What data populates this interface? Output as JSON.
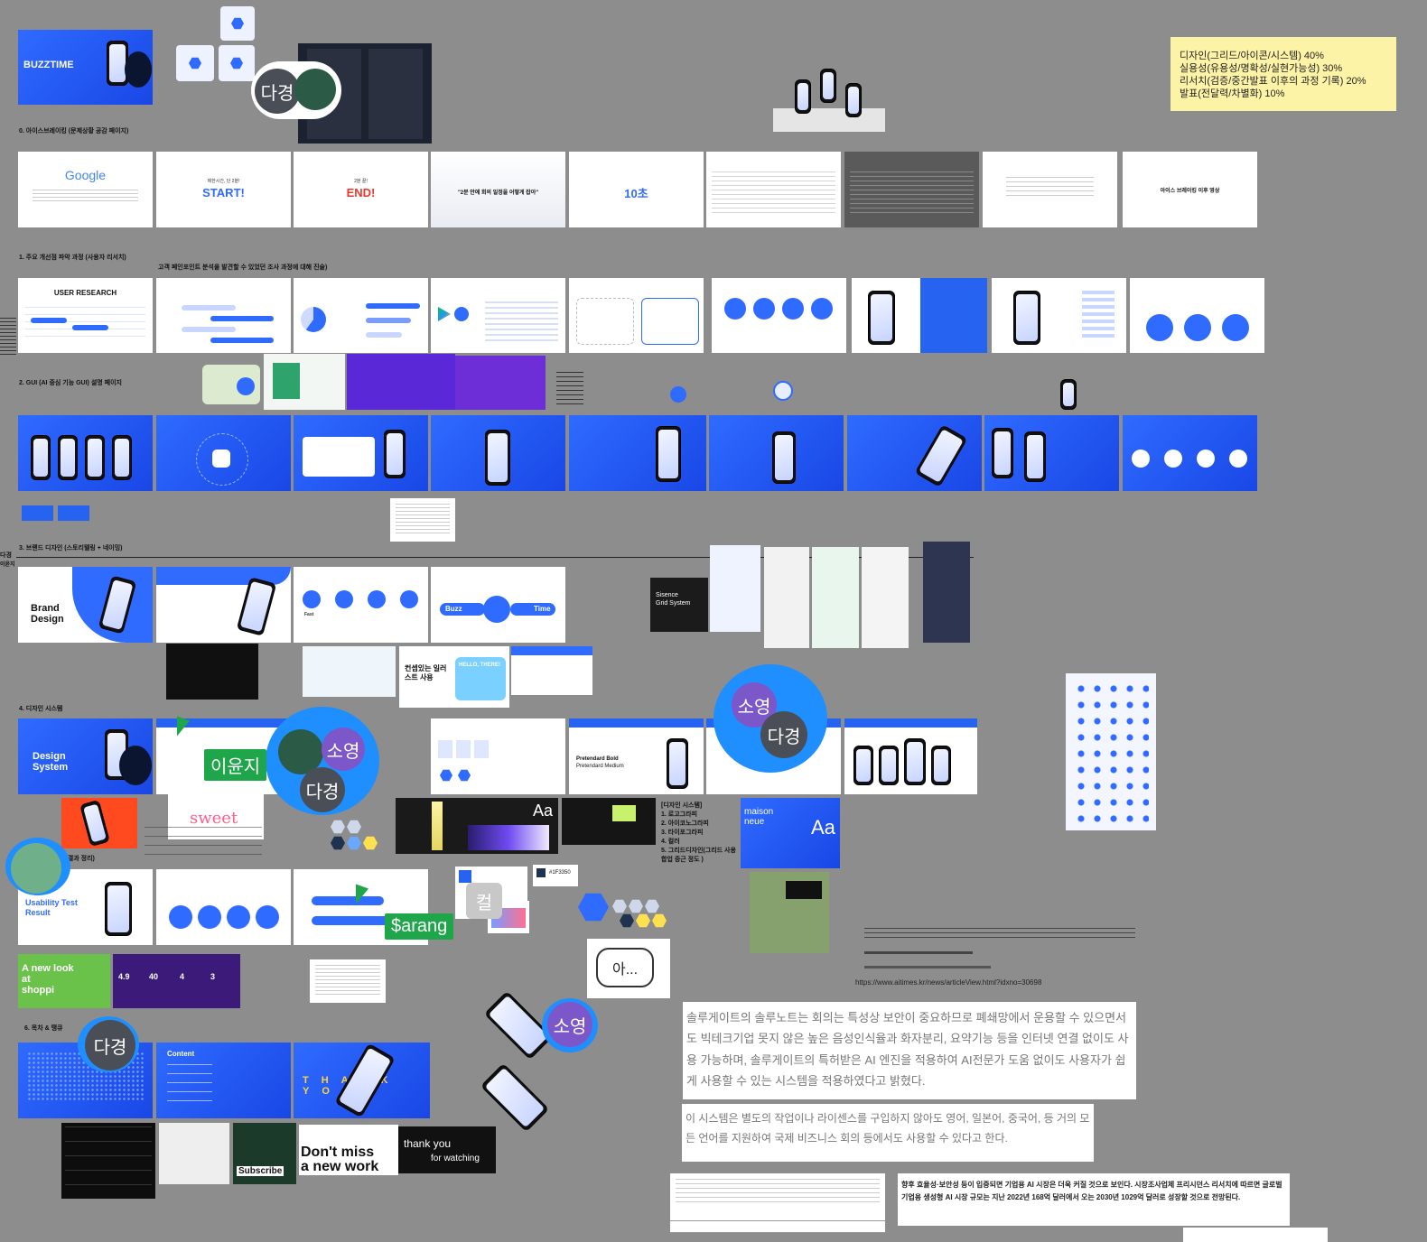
{
  "criteria": {
    "lines": [
      "디자인(그리드/아이콘/시스템) 40%",
      "실용성(유용성/명확성/실현가능성) 30%",
      "리서치(검증/중간발표 이후의 과정 기록) 20%",
      "발표(전달력/차별화) 10%"
    ]
  },
  "sections": {
    "s0": "0. 아이스브레이킹 (문제상황 공감 페이지)",
    "s1": "1. 주요 개선점 파악 과정 (사용자 리서치)",
    "s1_sub": "고객 페인포인트 분석을 발견할 수 있었던 조사 과정에 대해 진술)",
    "s2": "2. GUI (AI 중심 기능 GUI) 설명 페이지",
    "s3": "3. 브랜드 디자인 (스토리텔링 + 네이밍)",
    "s4": "4. 디자인 시스템",
    "s5": "스트 결과 정리)",
    "s6": "6. 목차 & 땡큐"
  },
  "slides": {
    "cover_brand": "BUZZTIME",
    "google": "Google",
    "start": "START!",
    "start_pre": "제한시간, 단 2분!",
    "end": "END!",
    "end_pre": "2분 끝!",
    "quote": "\"2분 안에 회의 일정을 어떻게 잡아\"",
    "ten_sec": "10초",
    "after_ice": "아이스 브레이킹 이후 영상",
    "user_research": "USER RESEARCH",
    "brand_design_1": "Brand",
    "brand_design_2": "Design",
    "buzz": "Buzz",
    "time": "Time",
    "design_system_1": "Design",
    "design_system_2": "System",
    "usability_1": "Usability Test",
    "usability_2": "Result",
    "content": "Content",
    "thank_you": "THANK YOU",
    "new_look_1": "A new look",
    "new_look_2": "at",
    "new_look_3": "shoppi",
    "dont_miss_1": "Don't miss",
    "dont_miss_2": "a new work",
    "thankyou_watch_1": "thank you",
    "thankyou_watch_2": "for watching",
    "subscribe": "Subscribe",
    "sweet": "sweet",
    "aa": "Aa",
    "maison_1": "maison",
    "maison_2": "neue",
    "sisence": "Sisence",
    "grid_system": "Grid System",
    "illust": "컨셉있는 일러스트 사용",
    "hello": "HELLO, THERE!",
    "pretendard_bold": "Pretendard Bold",
    "pretendard_medium": "Pretendard Medium",
    "fast": "Fast",
    "stat_1": "4.9",
    "stat_2": "40",
    "stat_3": "4",
    "stat_4": "3",
    "hex_color": "#1F3350"
  },
  "system_list": {
    "title": "[디자인 시스템]",
    "items": [
      "1. 로고그라피",
      "2. 아이코노그라피",
      "3. 타이포그라피",
      "4. 컬러",
      "5. 그리드디자인(그리드 사용",
      "   합업 증근 정도 )"
    ]
  },
  "cursors": {
    "yunji": "이윤지",
    "sarang": "$arang",
    "dagyeong": "다경",
    "soyoung": "소영",
    "ah": "아...",
    "keol": "컬"
  },
  "left_labels": {
    "dagyeong": "다경",
    "yunji": "이윤지"
  },
  "links": [
    "https://www.aitimes.kr/news/articleView.html?idxno=30698"
  ],
  "notes": {
    "note1": "솔루게이트의 솔루노트는 회의는 특성상 보안이 중요하므로 폐쇄망에서 운용할 수 있으면서도 빅테크기업 못지 않은 높은 음성인식율과 화자분리, 요약기능 등을 인터넷 연결 없이도 사용 가능하며, 솔루게이트의 특허받은 AI 엔진을 적용하여 AI전문가 도움 없이도 사용자가 쉽게 사용할 수 있는 시스템을 적용하였다고 밝혔다.",
    "note2": "이 시스템은 별도의 작업이나 라이센스를 구입하지 않아도 영어, 일본어, 중국어, 등 거의 모든 언어를 지원하여 국제 비즈니스 회의 등에서도 사용할 수 있다고 한다.",
    "note3": "향후 효율성·보안성 등이 입증되면 기업용 AI 시장은 더욱 커질 것으로 보인다. 시장조사업체 프리시던스 리서치에 따르면 글로벌 기업용 생성형 AI 시장 규모는 지난 2022년 168억 달러에서 오는 2030년 1029억 달러로 성장할 것으로 전망된다."
  },
  "colors": {
    "canvas": "#8d8d8d",
    "brand_blue": "#2f6bff",
    "note_yellow": "#fdf3a7",
    "cursor_green": "#1fa64a"
  }
}
